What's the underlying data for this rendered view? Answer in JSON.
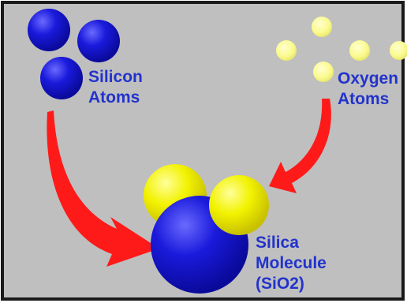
{
  "labels": {
    "silicon_line1": "Silicon",
    "silicon_line2": "Atoms",
    "oxygen_line1": "Oxygen",
    "oxygen_line2": "Atoms",
    "silica_line1": "Silica",
    "silica_line2": "Molecule",
    "silica_line3": "(SiO2)"
  },
  "colors": {
    "background": "#bfbfbf",
    "border": "#1a1a1a",
    "silicon": "#1a1adc",
    "oxygen": "#f2f200",
    "oxygen_light": "#fafa8c",
    "arrow": "#ff1a1a",
    "label_text": "#2233cc"
  }
}
